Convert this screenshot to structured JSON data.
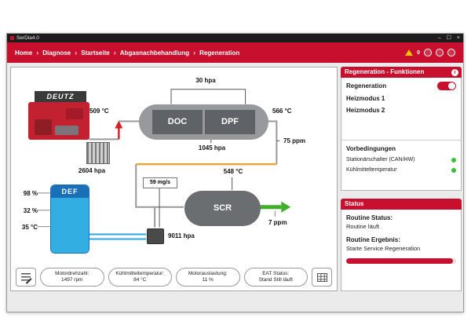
{
  "window": {
    "title": "SerDia4.0",
    "controls": {
      "minimize": "–",
      "maximize": "☐",
      "close": "×"
    }
  },
  "breadcrumb": {
    "items": [
      "Home",
      "Diagnose",
      "Startseite",
      "Abgasnachbehandlung",
      "Regeneration"
    ],
    "separator": "›"
  },
  "topbar": {
    "alert_count": "0"
  },
  "diagram": {
    "engine": {
      "brand": "DEUTZ"
    },
    "components": {
      "doc": "DOC",
      "dpf": "DPF",
      "scr": "SCR",
      "def_tank": "DEF"
    },
    "readings": {
      "dpf_diff_pressure": "30 hpa",
      "temp_doc_in": "509 °C",
      "temp_dpf_out": "566 °C",
      "exhaust_pressure": "1045 hpa",
      "nox_upstream": "75 ppm",
      "charge_pressure": "2604 hpa",
      "temp_scr_in": "548 °C",
      "def_dosing_rate": "59 mg/s",
      "def_pressure": "9011 hpa",
      "nox_downstream": "7 ppm",
      "def_level": "98 %",
      "def_quality": "32 %",
      "def_temp": "35 °C"
    },
    "chips": [
      {
        "label": "Motordrehzahl:",
        "value": "1497 rpm"
      },
      {
        "label": "Kühlmitteltemperatur:",
        "value": "84 °C"
      },
      {
        "label": "Motorauslastung:",
        "value": "11 %"
      },
      {
        "label": "EAT Status:",
        "value": "Stand Still läuft"
      }
    ]
  },
  "functions_panel": {
    "title": "Regeneration - Funktionen",
    "info_glyph": "i",
    "items": [
      {
        "label": "Regeneration",
        "active": true
      },
      {
        "label": "Heizmodus 1",
        "active": false
      },
      {
        "label": "Heizmodus 2",
        "active": false
      }
    ],
    "preconditions_title": "Vorbedingungen",
    "preconditions": [
      {
        "label": "Stationärschalter (CAN/HW)",
        "status": "ok"
      },
      {
        "label": "Kühlmitteltemperatur",
        "status": "ok"
      }
    ]
  },
  "status_panel": {
    "title": "Status",
    "routine_status_label": "Routine Status:",
    "routine_status_value": "Routine läuft",
    "routine_result_label": "Routine Ergebnis:",
    "routine_result_value": "Starte Service Regeneration",
    "progress_percent": 97,
    "progress_style": "width:97%"
  },
  "colors": {
    "brand_red": "#c8102e",
    "ok_green": "#35c135",
    "def_blue": "#33aee3",
    "heater_orange": "#e8a33d",
    "pipe_gray": "#9a9a9a"
  }
}
